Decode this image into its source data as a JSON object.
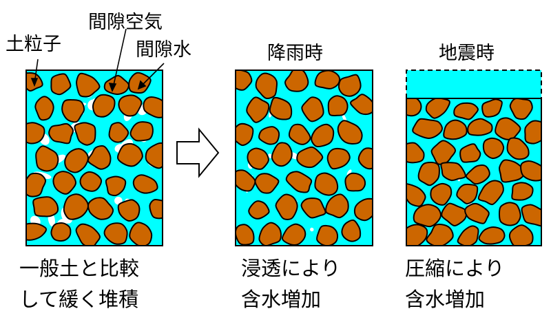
{
  "labels": {
    "soil_particle": "土粒子",
    "pore_air": "間隙空気",
    "pore_water": "間隙水",
    "rain_title": "降雨時",
    "quake_title": "地震時",
    "caption_left_1": "一般土と比較",
    "caption_left_2": "して緩く堆積",
    "caption_mid_1": "浸透により",
    "caption_mid_2": "含水増加",
    "caption_right_1": "圧縮により",
    "caption_right_2": "含水増加"
  },
  "colors": {
    "particle": "#cc6600",
    "water": "#00ffff",
    "air": "#ffffff",
    "outline": "#000000"
  },
  "icons": {
    "transition_arrow": "right-arrow-icon"
  }
}
